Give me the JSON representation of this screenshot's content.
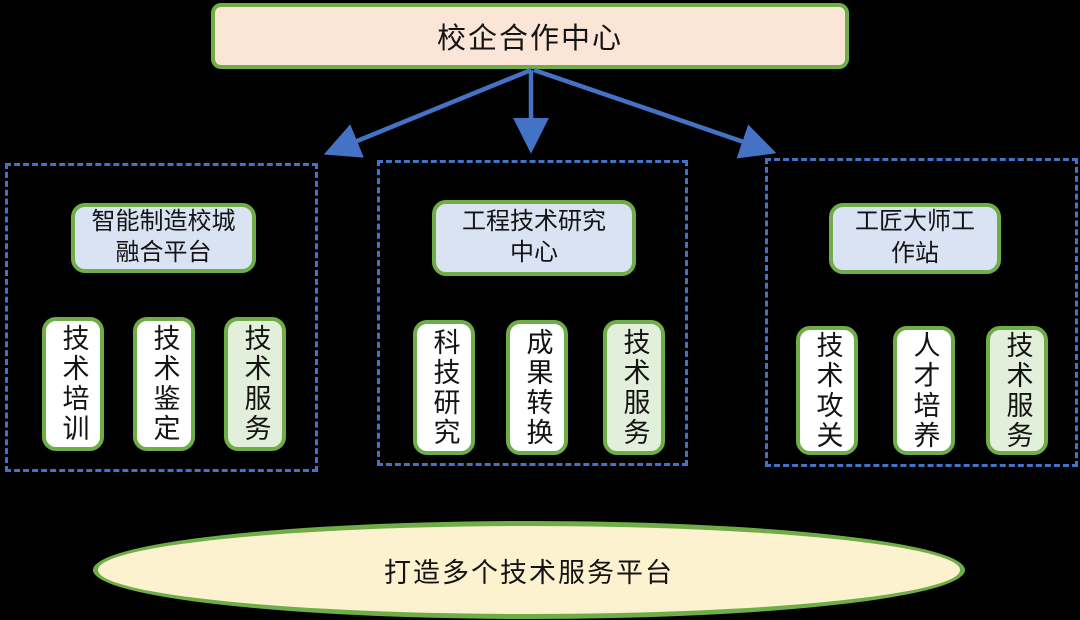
{
  "root": {
    "title": "校企合作中心"
  },
  "groups": [
    {
      "header": "智能制造校城\n融合平台",
      "items": [
        {
          "label": "技术培训",
          "highlight": false
        },
        {
          "label": "技术鉴定",
          "highlight": false
        },
        {
          "label": "技术服务",
          "highlight": true
        }
      ]
    },
    {
      "header": "工程技术研究\n中心",
      "items": [
        {
          "label": "科技研究",
          "highlight": false
        },
        {
          "label": "成果转换",
          "highlight": false
        },
        {
          "label": "技术服务",
          "highlight": true
        }
      ]
    },
    {
      "header": "工匠大师工\n作站",
      "items": [
        {
          "label": "技术攻关",
          "highlight": false
        },
        {
          "label": "人才培养",
          "highlight": false
        },
        {
          "label": "技术服务",
          "highlight": true
        }
      ]
    }
  ],
  "footer": {
    "label": "打造多个技术服务平台"
  },
  "colors": {
    "background": "#000000",
    "node_border_green": "#6FAD47",
    "connector_blue": "#4472C4",
    "root_fill_peach": "#FBE5D6",
    "header_fill_blue": "#DAE3F3",
    "highlight_fill_green": "#E2EFDA",
    "item_fill_white": "#FFFFFF",
    "ellipse_fill_yellow": "#FDF2CF",
    "text": "#141414"
  }
}
